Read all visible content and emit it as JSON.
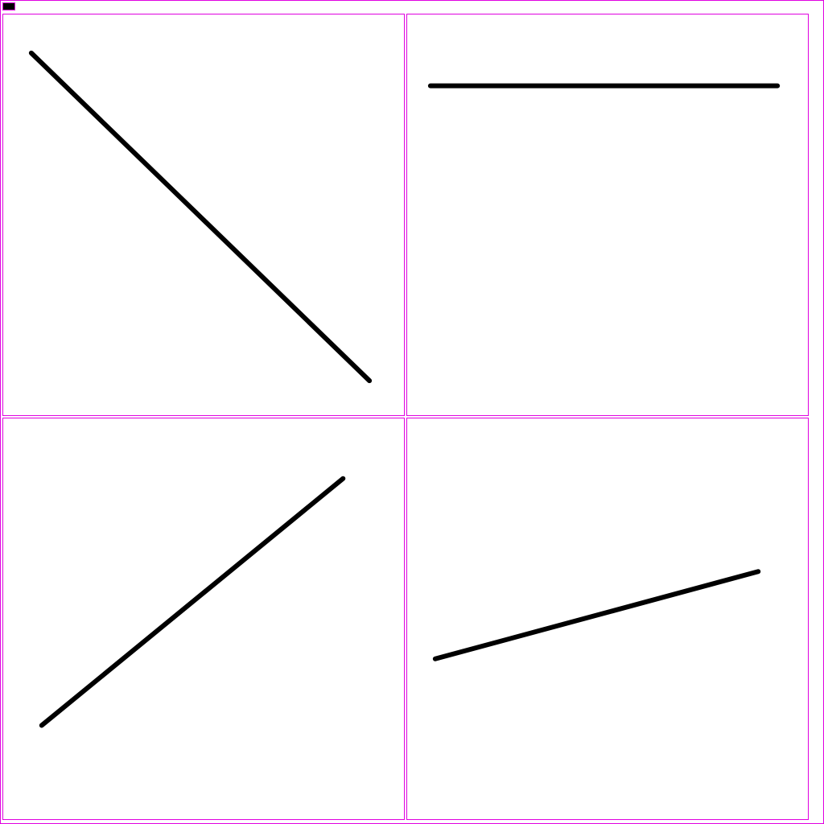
{
  "colors": {
    "frame": "#e000e0",
    "stroke": "#000000",
    "background": "#ffffff"
  },
  "panels": [
    {
      "id": "panel-1",
      "shape": "line",
      "direction": "descending-diagonal"
    },
    {
      "id": "panel-2",
      "shape": "line",
      "direction": "horizontal"
    },
    {
      "id": "panel-3",
      "shape": "line",
      "direction": "ascending-diagonal"
    },
    {
      "id": "panel-4",
      "shape": "line",
      "direction": "shallow-ascending"
    }
  ]
}
